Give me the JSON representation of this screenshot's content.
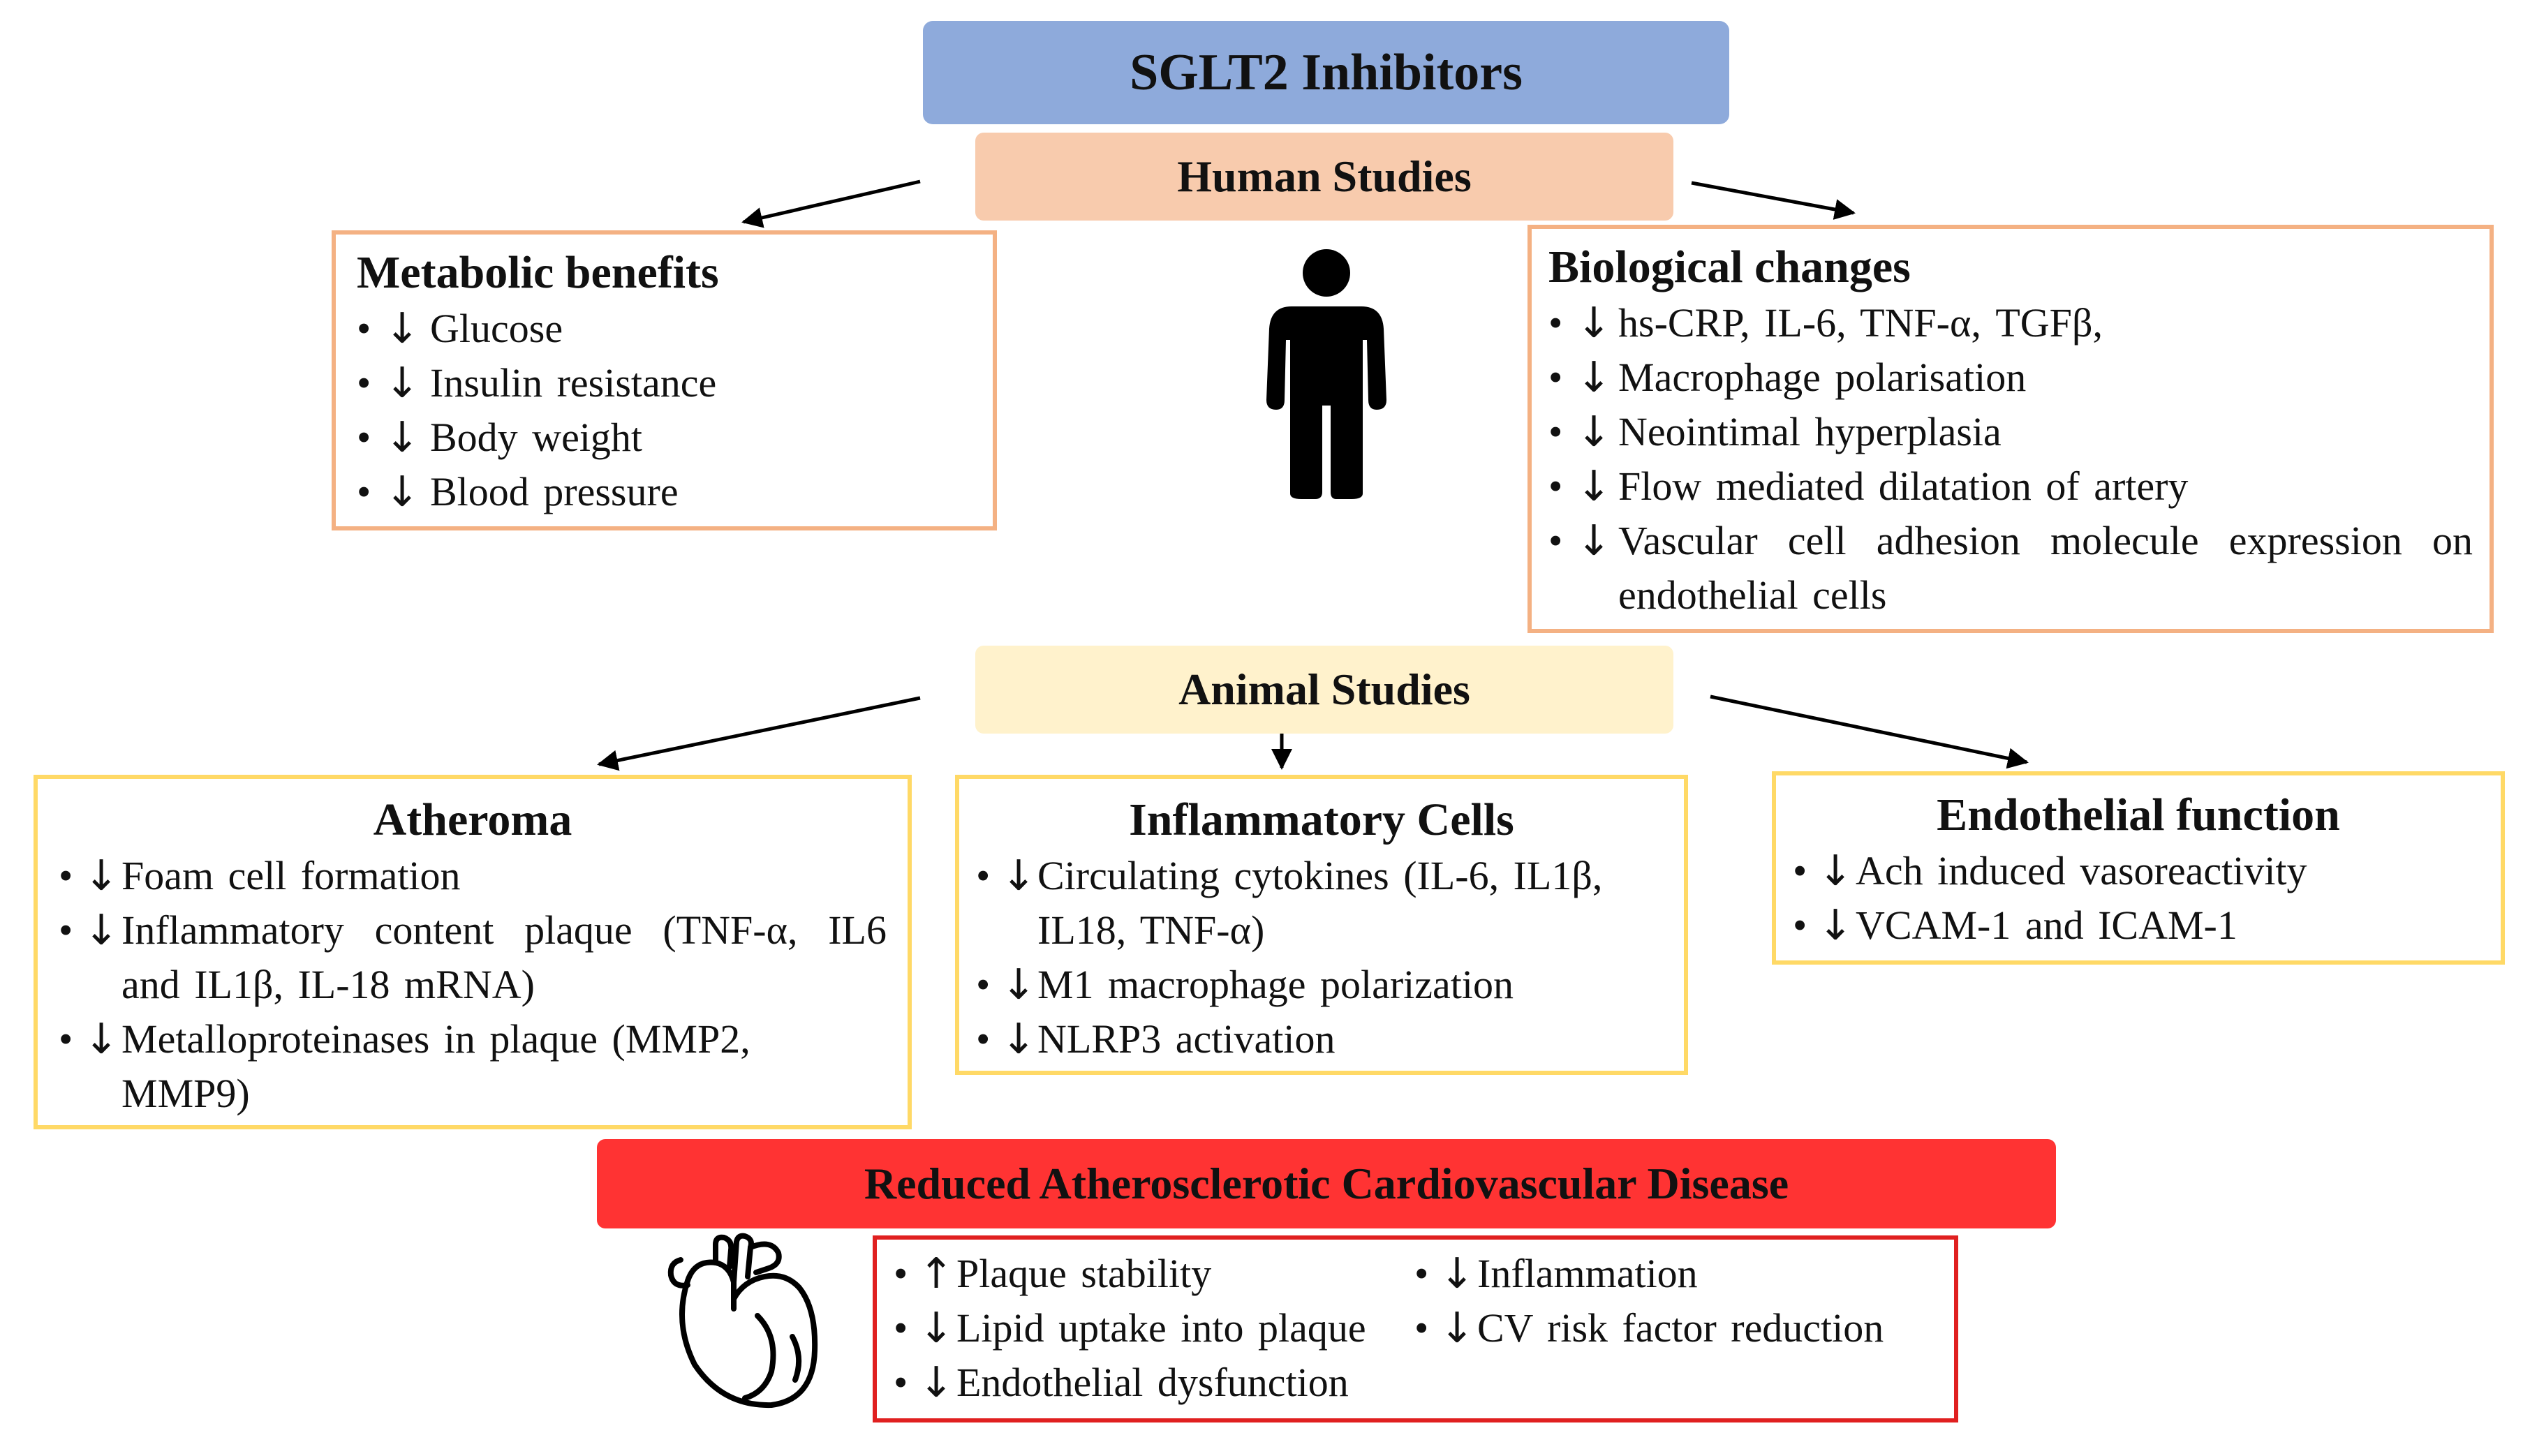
{
  "title": "SGLT2 Inhibitors",
  "human_studies": {
    "label": "Human Studies",
    "metabolic": {
      "title": "Metabolic benefits",
      "items": [
        {
          "arrow": "↓",
          "text": "Glucose"
        },
        {
          "arrow": "↓",
          "text": "Insulin resistance"
        },
        {
          "arrow": "↓",
          "text": "Body weight"
        },
        {
          "arrow": "↓",
          "text": "Blood pressure"
        }
      ]
    },
    "biological": {
      "title": "Biological changes",
      "items": [
        {
          "arrow": "↓",
          "text": "hs-CRP, IL-6, TNF-α, TGFβ,"
        },
        {
          "arrow": "↓",
          "text": "Macrophage polarisation"
        },
        {
          "arrow": "↓",
          "text": "Neointimal hyperplasia"
        },
        {
          "arrow": "↓",
          "text": "Flow mediated dilatation of artery"
        },
        {
          "arrow": "↓",
          "text": "Vascular cell adhesion molecule expression on endothelial cells"
        }
      ]
    }
  },
  "animal_studies": {
    "label": "Animal Studies",
    "atheroma": {
      "title": "Atheroma",
      "items": [
        {
          "arrow": "↓",
          "text": "Foam cell formation"
        },
        {
          "arrow": "↓",
          "text": "Inflammatory content plaque (TNF-α, IL6 and IL1β, IL-18 mRNA)"
        },
        {
          "arrow": "↓",
          "text": "Metalloproteinases in plaque (MMP2, MMP9)"
        }
      ]
    },
    "inflammatory": {
      "title": "Inflammatory Cells",
      "items": [
        {
          "arrow": "↓",
          "text": "Circulating cytokines (IL-6, IL1β, IL18, TNF-α)"
        },
        {
          "arrow": "↓",
          "text": "M1 macrophage polarization"
        },
        {
          "arrow": "↓",
          "text": "NLRP3 activation"
        }
      ]
    },
    "endothelial": {
      "title": "Endothelial function",
      "items": [
        {
          "arrow": "↓",
          "text": "Ach induced vasoreactivity"
        },
        {
          "arrow": "↓",
          "text": "VCAM-1 and ICAM-1"
        }
      ]
    }
  },
  "outcome": {
    "title": "Reduced Atherosclerotic Cardiovascular Disease",
    "left_items": [
      {
        "arrow": "↑",
        "text": "Plaque stability"
      },
      {
        "arrow": "↓",
        "text": "Lipid uptake into plaque"
      },
      {
        "arrow": "↓",
        "text": "Endothelial dysfunction"
      }
    ],
    "right_items": [
      {
        "arrow": "↓",
        "text": "Inflammation"
      },
      {
        "arrow": "↓",
        "text": "CV risk factor reduction"
      }
    ]
  },
  "colors": {
    "title_fill": "#8eaadb",
    "human_fill": "#f8cbad",
    "human_border": "#f4b183",
    "animal_fill": "#fff2cc",
    "animal_border": "#ffd966",
    "outcome_fill": "#ff3333",
    "outcome_border": "#e02020"
  },
  "icons": [
    "person-icon",
    "heart-icon"
  ]
}
